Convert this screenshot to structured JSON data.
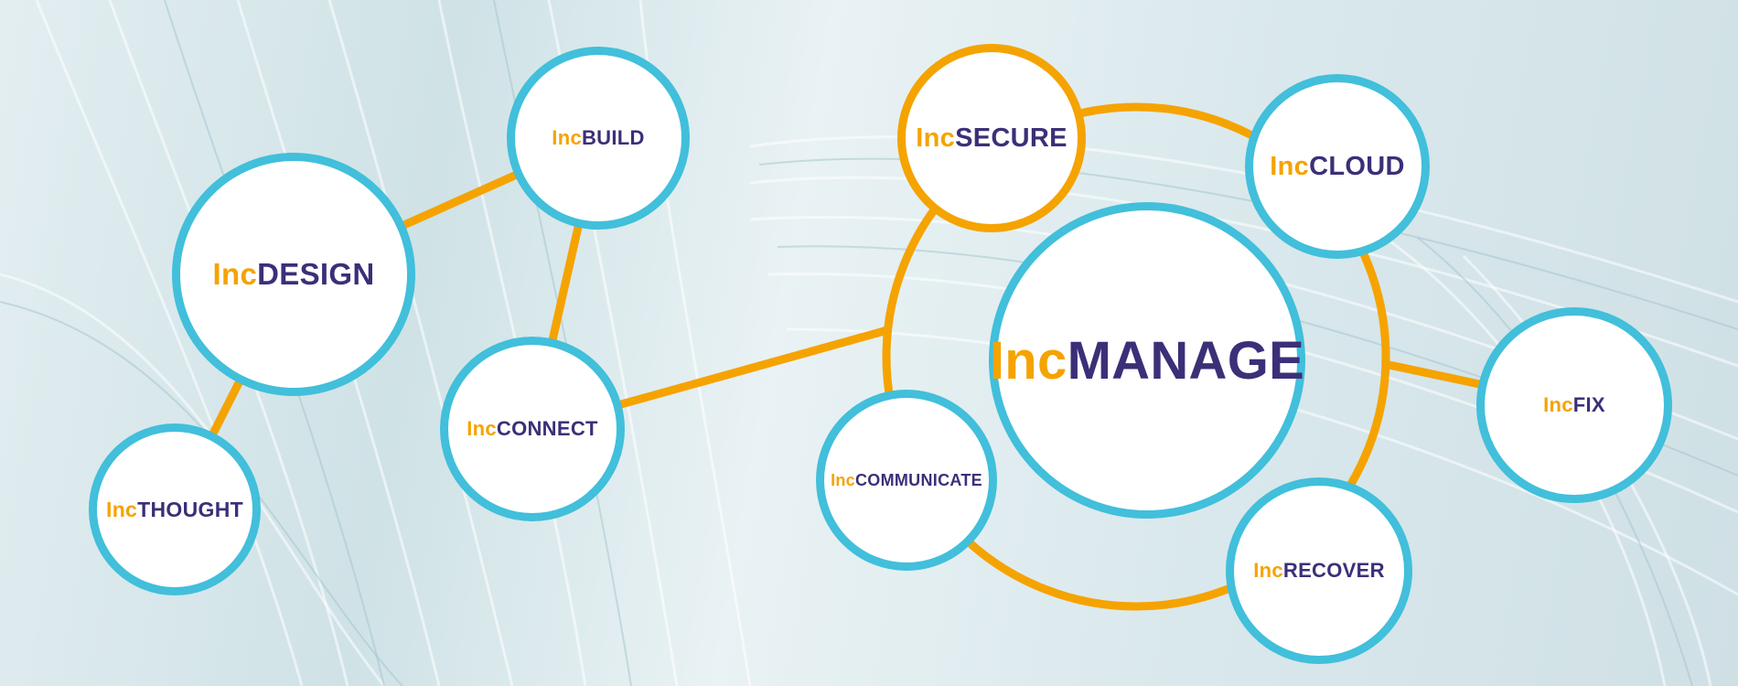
{
  "colors": {
    "ring": "#41bfdb",
    "accent": "#f5a300",
    "text": "#3c2f78"
  },
  "nodes": {
    "design": {
      "prefix": "Inc",
      "name": "DESIGN"
    },
    "build": {
      "prefix": "Inc",
      "name": "BUILD"
    },
    "thought": {
      "prefix": "Inc",
      "name": "THOUGHT"
    },
    "connect": {
      "prefix": "Inc",
      "name": "CONNECT"
    },
    "secure": {
      "prefix": "Inc",
      "name": "SECURE"
    },
    "cloud": {
      "prefix": "Inc",
      "name": "CLOUD"
    },
    "manage": {
      "prefix": "Inc",
      "name": "MANAGE"
    },
    "fix": {
      "prefix": "Inc",
      "name": "FIX"
    },
    "communicate": {
      "prefix": "Inc",
      "name": "COMMUNICATE"
    },
    "recover": {
      "prefix": "Inc",
      "name": "RECOVER"
    }
  }
}
